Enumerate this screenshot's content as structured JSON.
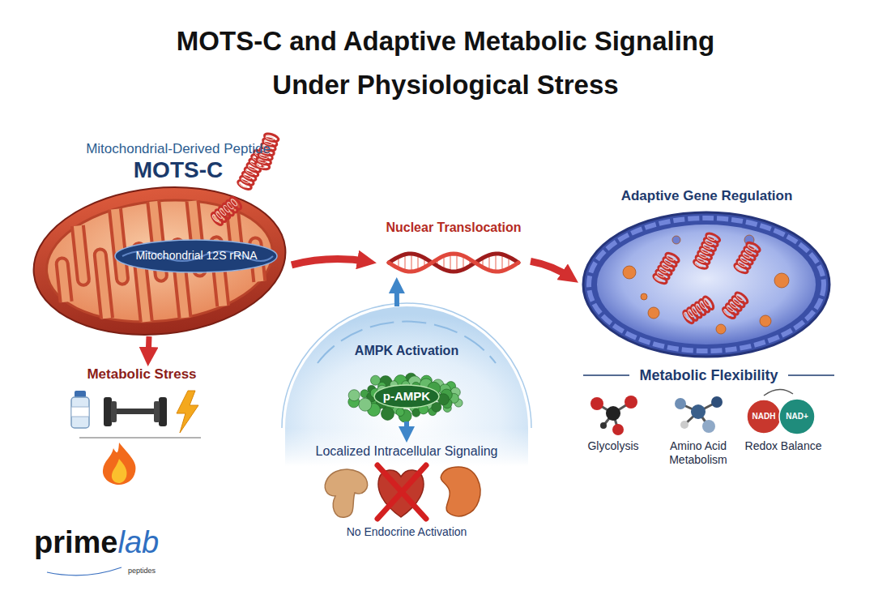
{
  "diagram": {
    "title": "MOTS-C and Adaptive Metabolic Signaling Under Physiological Stress",
    "nodes": [
      {
        "text": [
          "Mitochondrial-Derived Peptide",
          "MOTS-C"
        ]
      },
      {
        "text": [
          "Mitochondrial 12S rRNA"
        ],
        "in": 0
      },
      {
        "text": [
          "Nuclear Translocation"
        ]
      },
      {
        "text": [
          "Adaptive Gene Regulation"
        ]
      },
      {
        "text": [
          "Metabolic Stress"
        ]
      },
      {
        "text": [
          "AMPK Activation"
        ]
      },
      {
        "text": [
          "p-AMPK"
        ],
        "in": 5
      },
      {
        "text": [
          "Localized Intracellular Signaling",
          "No Endocrine Activation"
        ]
      },
      {
        "text": [
          "Metabolic Flexibility"
        ]
      },
      {
        "text": [
          "NADH"
        ],
        "in": 8
      },
      {
        "text": [
          "NAD+"
        ],
        "in": 8
      }
    ],
    "edges": [
      {
        "from": 0,
        "to": 2,
        "arrow": "to"
      },
      {
        "from": 2,
        "to": 3,
        "arrow": "to"
      },
      {
        "from": 0,
        "to": 4,
        "arrow": "to"
      },
      {
        "from": 5,
        "to": 2,
        "arrow": "to"
      },
      {
        "from": 6,
        "to": 7,
        "arrow": "to"
      }
    ],
    "labels": [
      "Glycolysis",
      "Amino Acid Metabolism",
      "Redox Balance",
      "prime",
      "lab",
      "peptides"
    ]
  }
}
